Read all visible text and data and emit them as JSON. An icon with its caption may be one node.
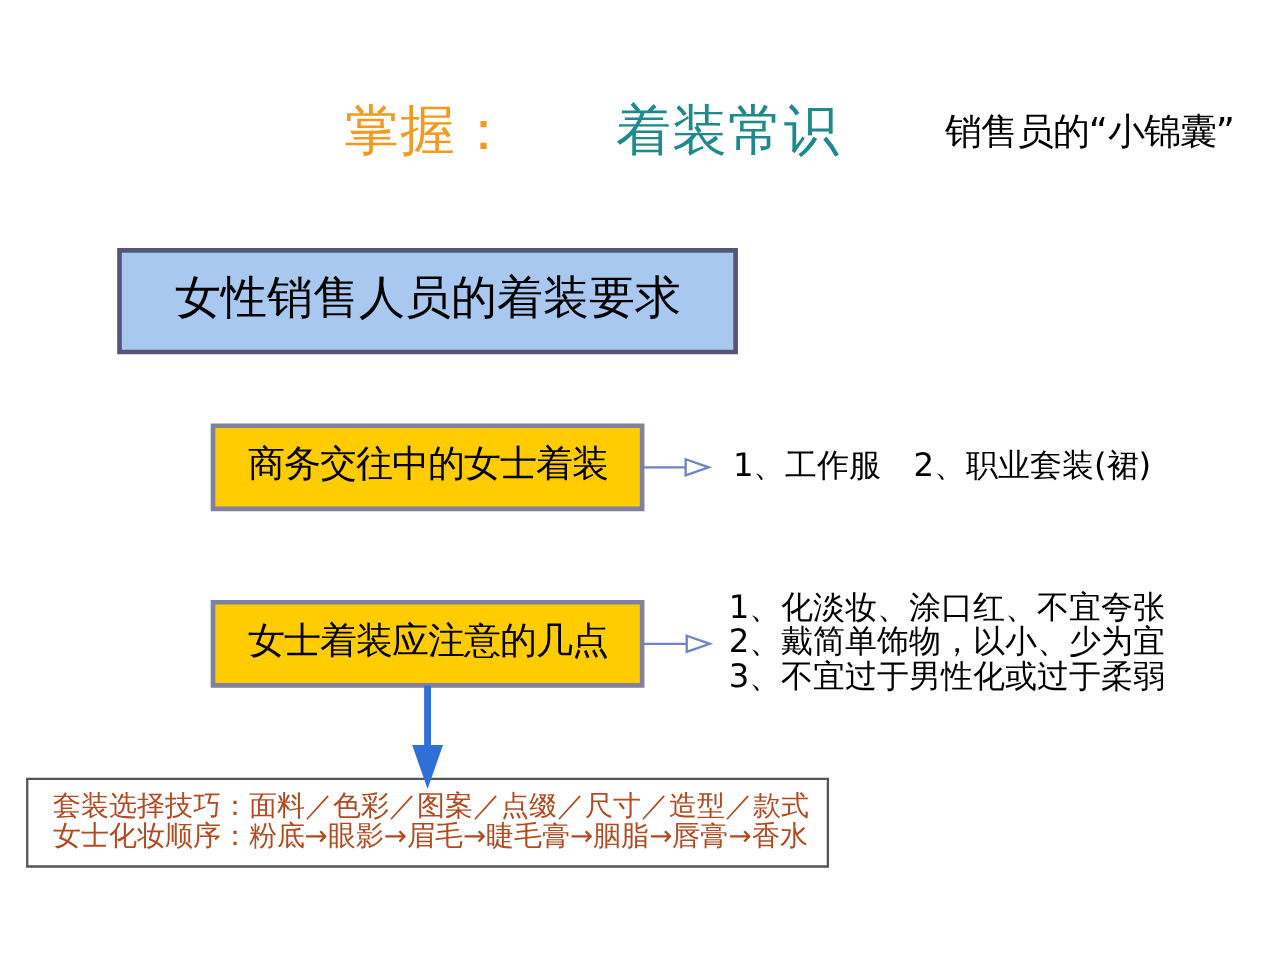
{
  "diagram": {
    "nodes": [
      {
        "text": [
          "女性销售人员的着装要求"
        ]
      },
      {
        "text": [
          "商务交往中的女士着装"
        ]
      },
      {
        "text": [
          "1、工作服　2、职业套装(裙)"
        ]
      },
      {
        "text": [
          "女士着装应注意的几点"
        ]
      },
      {
        "text": [
          "1、化淡妆、涂口红、不宜夸张",
          "2、戴简单饰物，以小、少为宜",
          "3、不宜过于男性化或过于柔弱"
        ]
      },
      {
        "text": [
          "套装选择技巧：面料／色彩／图案／点缀／尺寸／造型／款式",
          "女士化妆顺序：粉底→眼影→眉毛→睫毛膏→胭脂→唇膏→香水"
        ]
      }
    ],
    "edges": [
      {
        "from": 1,
        "to": 2,
        "arrow": "to"
      },
      {
        "from": 3,
        "to": 4,
        "arrow": "to"
      },
      {
        "from": 3,
        "to": 5,
        "arrow": "to",
        "style": "thick",
        "color": "#2f6fd6"
      }
    ],
    "labels": [
      "掌握：",
      "着装常识",
      "销售员的“小锦囊”"
    ]
  }
}
